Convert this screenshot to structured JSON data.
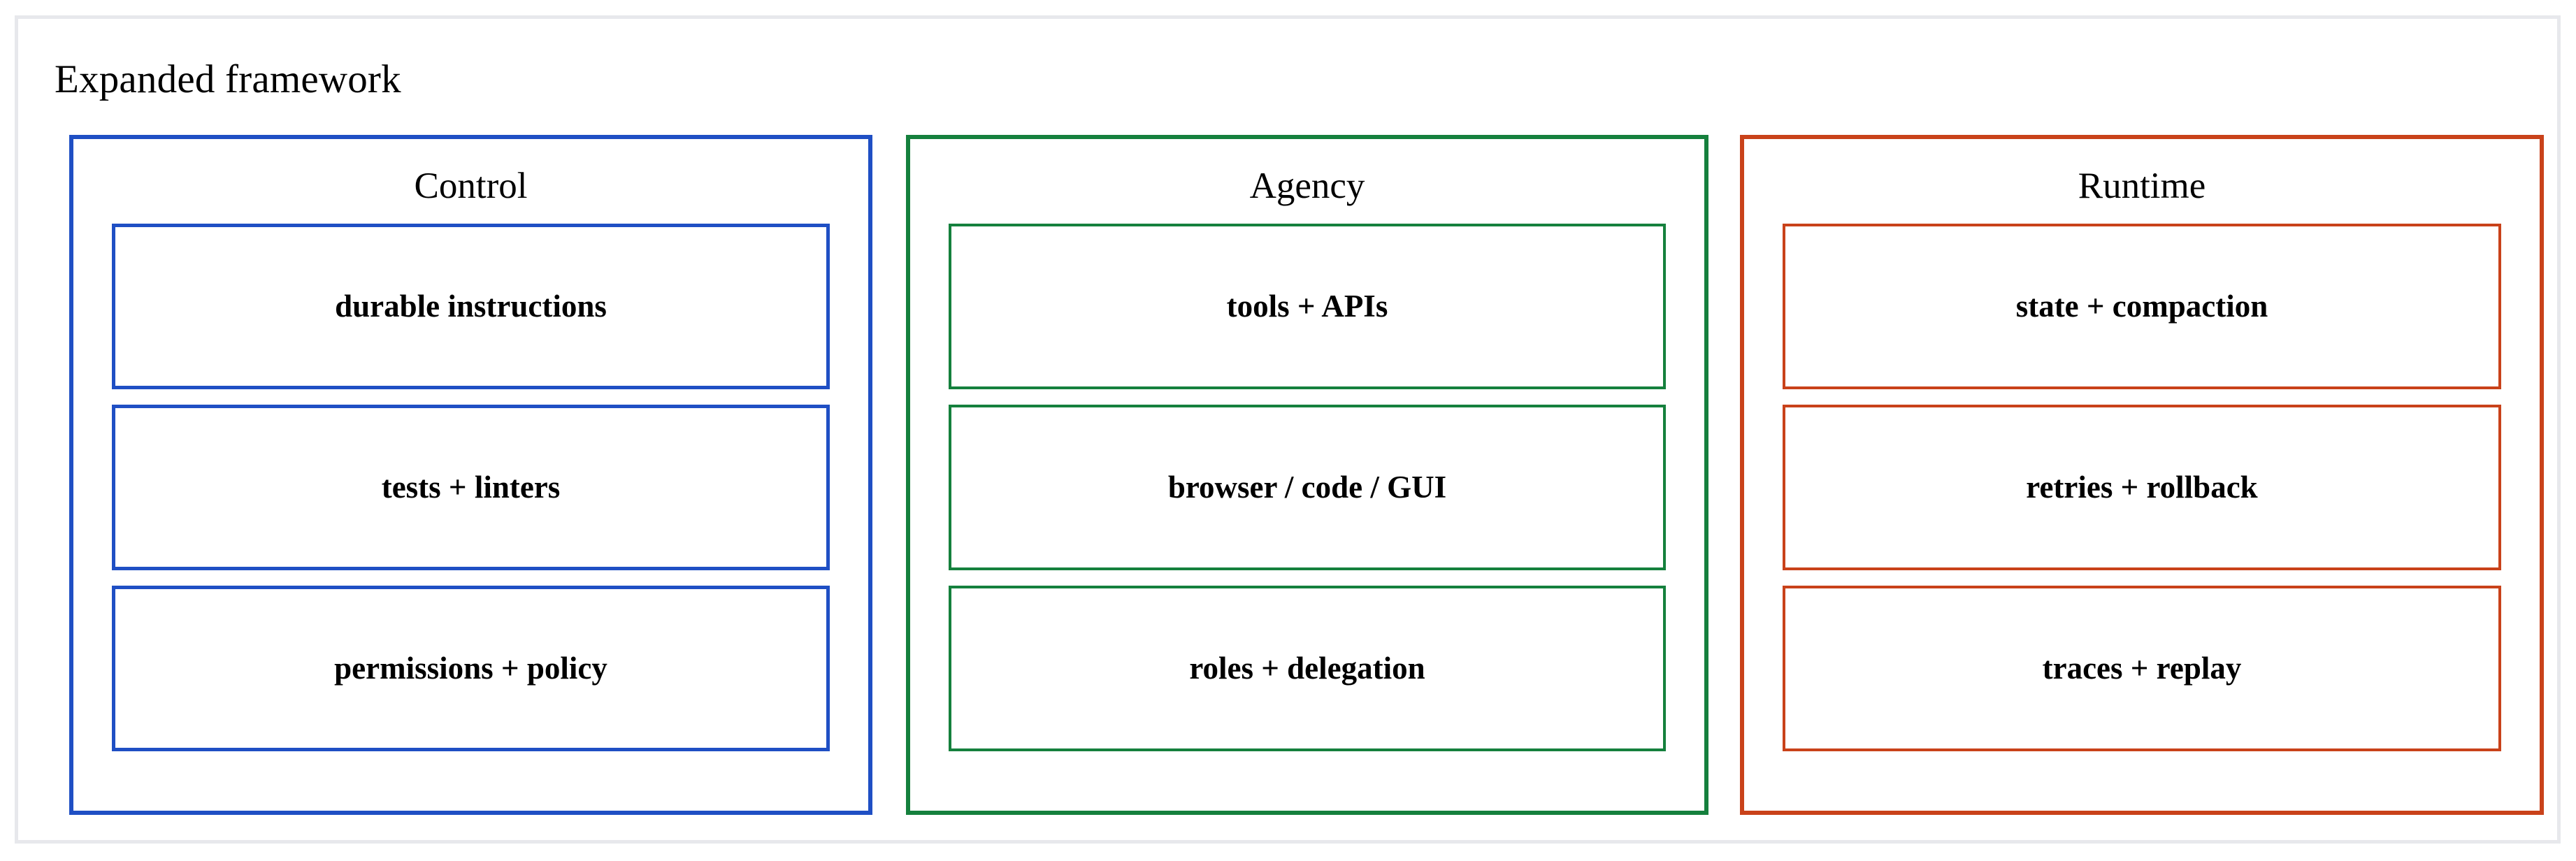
{
  "figure": {
    "title": "Expanded framework",
    "background_color": "#ffffff",
    "frame_color": "#e7e8ec"
  },
  "columns": [
    {
      "id": "control",
      "header": "Control",
      "accent_color": "#1f4fc4",
      "items": [
        {
          "label": "durable instructions"
        },
        {
          "label": "tests + linters"
        },
        {
          "label": "permissions + policy"
        }
      ]
    },
    {
      "id": "agency",
      "header": "Agency",
      "accent_color": "#15803d",
      "items": [
        {
          "label": "tools + APIs"
        },
        {
          "label": "browser / code / GUI"
        },
        {
          "label": "roles + delegation"
        }
      ]
    },
    {
      "id": "runtime",
      "header": "Runtime",
      "accent_color": "#c9421a",
      "items": [
        {
          "label": "state + compaction"
        },
        {
          "label": "retries + rollback"
        },
        {
          "label": "traces + replay"
        }
      ]
    }
  ]
}
